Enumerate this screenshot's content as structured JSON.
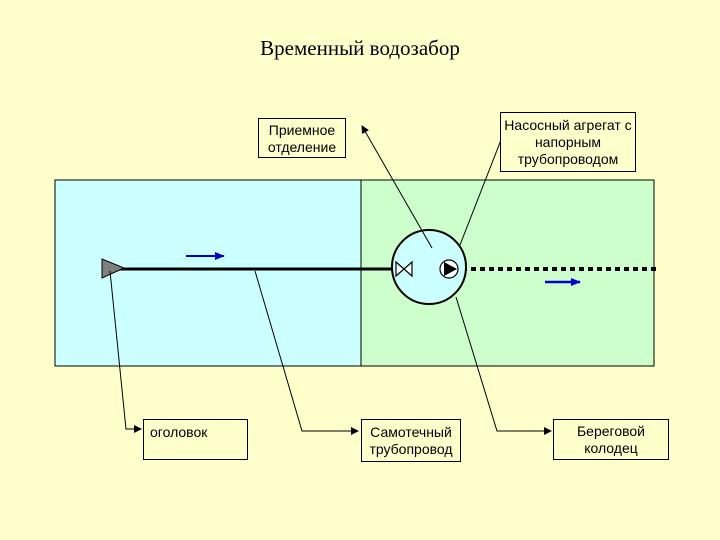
{
  "title": "Временный водозабор",
  "labels": {
    "intake_chamber": "Приемное отделение",
    "pump_unit": "Насосный агрегат с напорным трубопроводом",
    "head": "оголовок",
    "gravity_pipe": "Самотечный трубопровод",
    "shore_well": "Береговой колодец"
  },
  "colors": {
    "background": "#ffffcc",
    "water": "#ccffff",
    "well": "#ccffcc",
    "arrow": "#0000cc"
  }
}
